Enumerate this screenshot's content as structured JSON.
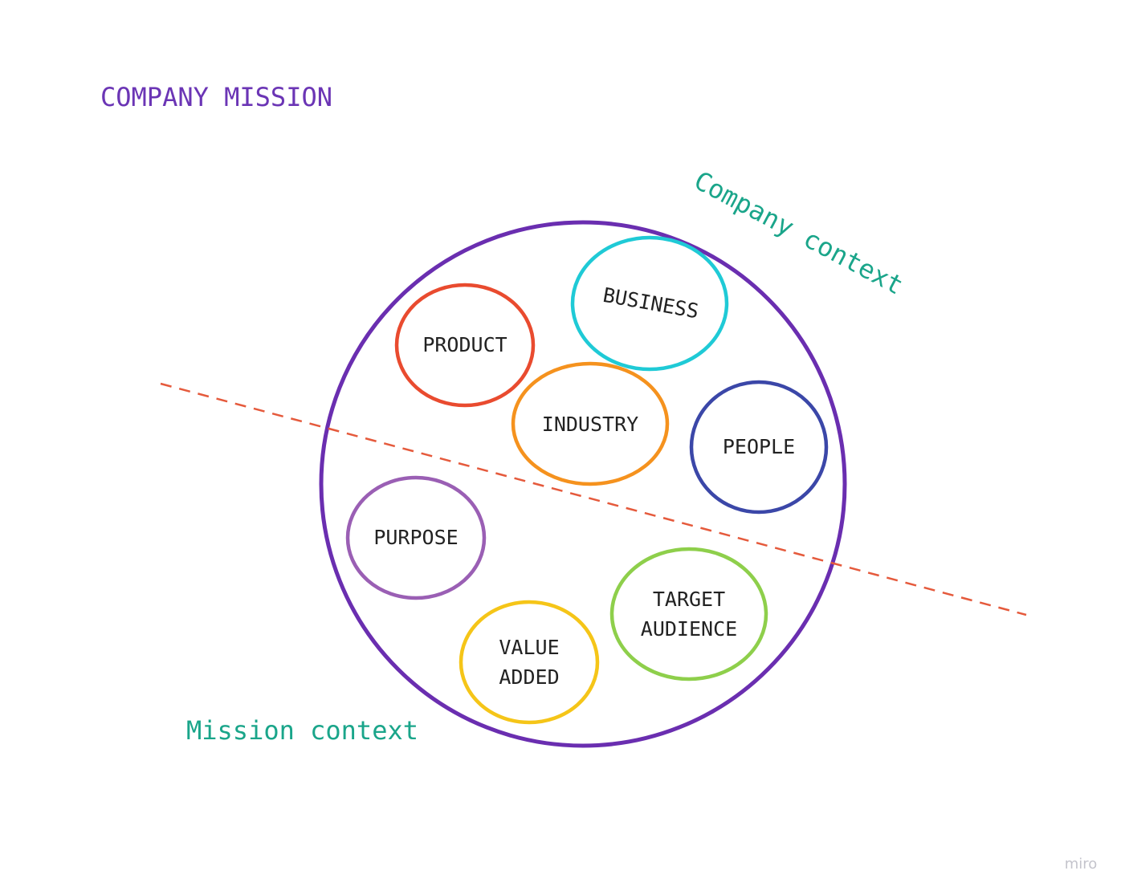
{
  "title": "COMPANY MISSION",
  "region_labels": {
    "company_context": "Company context",
    "mission_context": "Mission context"
  },
  "nodes": {
    "product": {
      "label": "PRODUCT",
      "color": "#E94B2F"
    },
    "business": {
      "label": "BUSINESS",
      "color": "#1FCAD6"
    },
    "industry": {
      "label": "INDUSTRY",
      "color": "#F5921E"
    },
    "people": {
      "label": "PEOPLE",
      "color": "#3B47A8"
    },
    "purpose": {
      "label": "PURPOSE",
      "color": "#9A5FB4"
    },
    "target_audience": {
      "label_line1": "TARGET",
      "label_line2": "AUDIENCE",
      "color": "#8ECF4B"
    },
    "value_added": {
      "label_line1": "VALUE",
      "label_line2": "ADDED",
      "color": "#F5C518"
    }
  },
  "colors": {
    "outer_circle": "#6A2EB0",
    "title": "#6B35B5",
    "context_label": "#1AA58A",
    "divider": "#E55A3C",
    "node_text": "#222222"
  },
  "watermark": "miro"
}
